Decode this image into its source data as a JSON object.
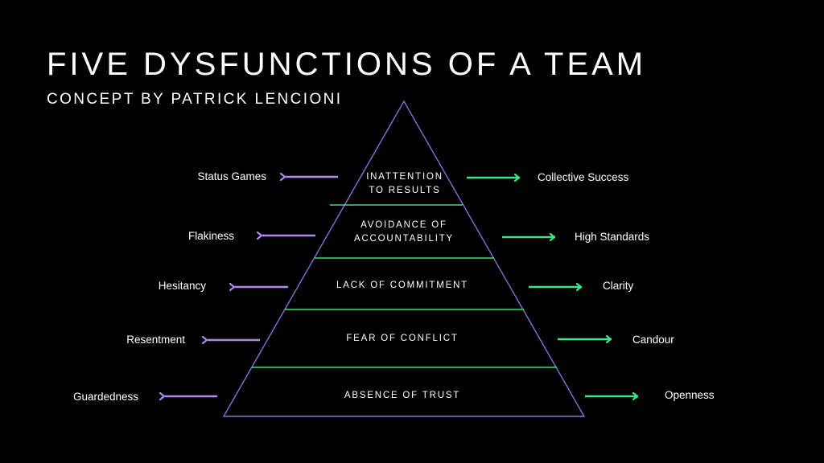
{
  "header": {
    "title": "FIVE DYSFUNCTIONS OF A TEAM",
    "subtitle": "CONCEPT BY PATRICK LENCIONI"
  },
  "colors": {
    "background": "#000000",
    "pyramid_outline": "#8b6fd6",
    "divider": "#3ddc84",
    "dysfunction_arrow": "#b38bf0",
    "virtue_arrow": "#3ee88a",
    "text": "#ffffff"
  },
  "levels": [
    {
      "line1": "INATTENTION",
      "line2": "TO RESULTS",
      "negative": "Status Games",
      "positive": "Collective Success"
    },
    {
      "line1": "AVOIDANCE OF",
      "line2": "ACCOUNTABILITY",
      "negative": "Flakiness",
      "positive": "High Standards"
    },
    {
      "line1": "LACK OF COMMITMENT",
      "line2": "",
      "negative": "Hesitancy",
      "positive": "Clarity"
    },
    {
      "line1": "FEAR OF CONFLICT",
      "line2": "",
      "negative": "Resentment",
      "positive": "Candour"
    },
    {
      "line1": "ABSENCE OF TRUST",
      "line2": "",
      "negative": "Guardedness",
      "positive": "Openness"
    }
  ]
}
